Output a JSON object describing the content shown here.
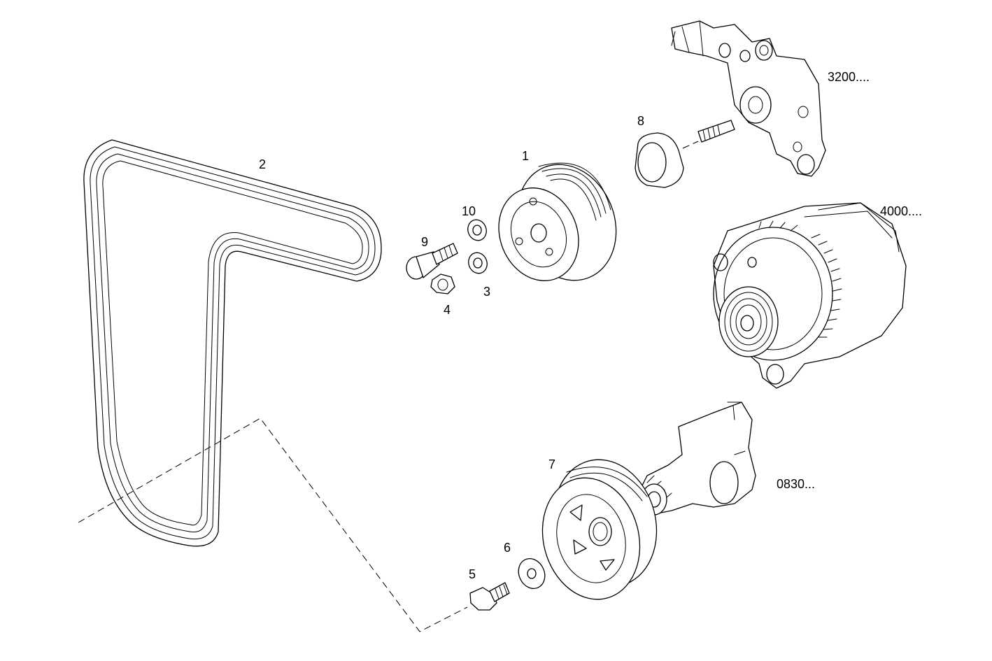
{
  "labels": {
    "p1": "1",
    "p2": "2",
    "p3": "3",
    "p4": "4",
    "p5": "5",
    "p6": "6",
    "p7": "7",
    "p8": "8",
    "p9": "9",
    "p10": "10",
    "ref_water_pump": "3200....",
    "ref_alternator": "4000....",
    "ref_crankshaft": "0830..."
  }
}
